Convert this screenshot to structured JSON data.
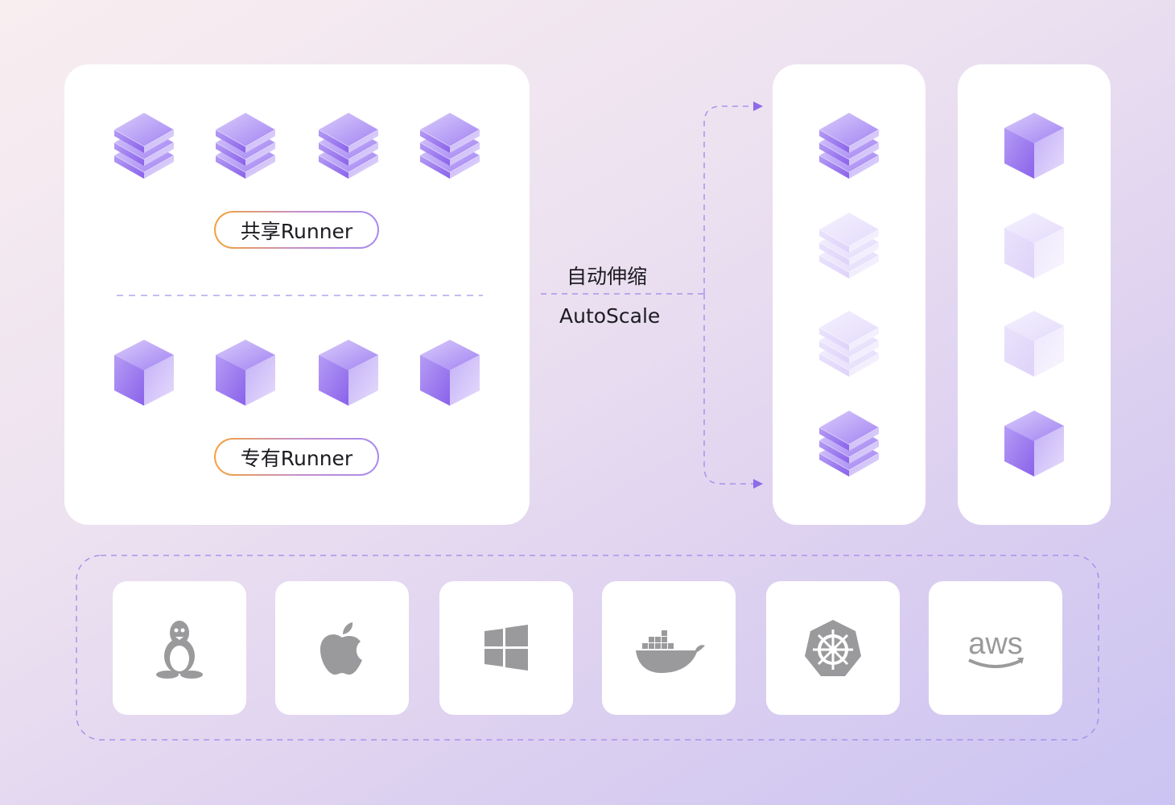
{
  "shared_runner": {
    "label": "共享Runner"
  },
  "dedicated_runner": {
    "label": "专有Runner"
  },
  "autoscale": {
    "label_cn": "自动伸缩",
    "label_en": "AutoScale"
  },
  "platforms": [
    "linux-icon",
    "apple-icon",
    "windows-icon",
    "docker-icon",
    "kubernetes-icon",
    "aws-icon"
  ],
  "aws_text": "aws",
  "colors": {
    "accent": "#9b7bee",
    "icon": "#9a9a9c"
  }
}
